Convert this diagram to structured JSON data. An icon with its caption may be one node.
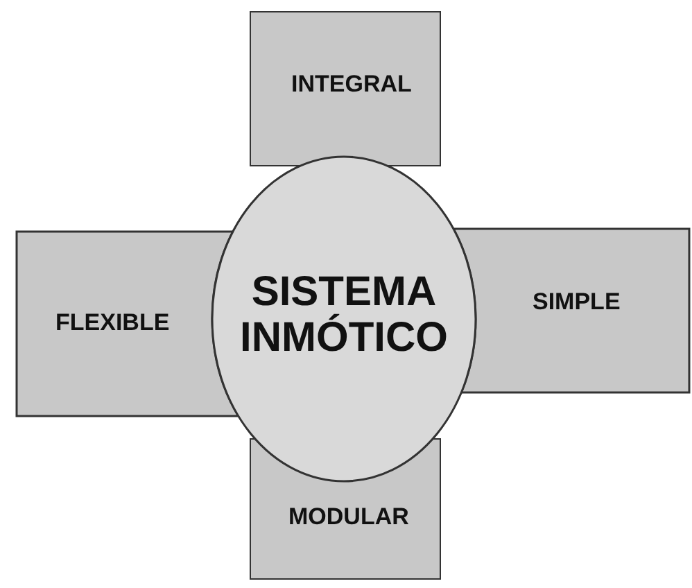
{
  "diagram": {
    "nodes": [
      {
        "text": [
          "INTEGRAL"
        ]
      },
      {
        "text": [
          "FLEXIBLE"
        ]
      },
      {
        "text": [
          "SISTEMA INMÓTICO"
        ]
      },
      {
        "text": [
          "SIMPLE"
        ]
      },
      {
        "text": [
          "MODULAR"
        ]
      }
    ],
    "edges": []
  }
}
